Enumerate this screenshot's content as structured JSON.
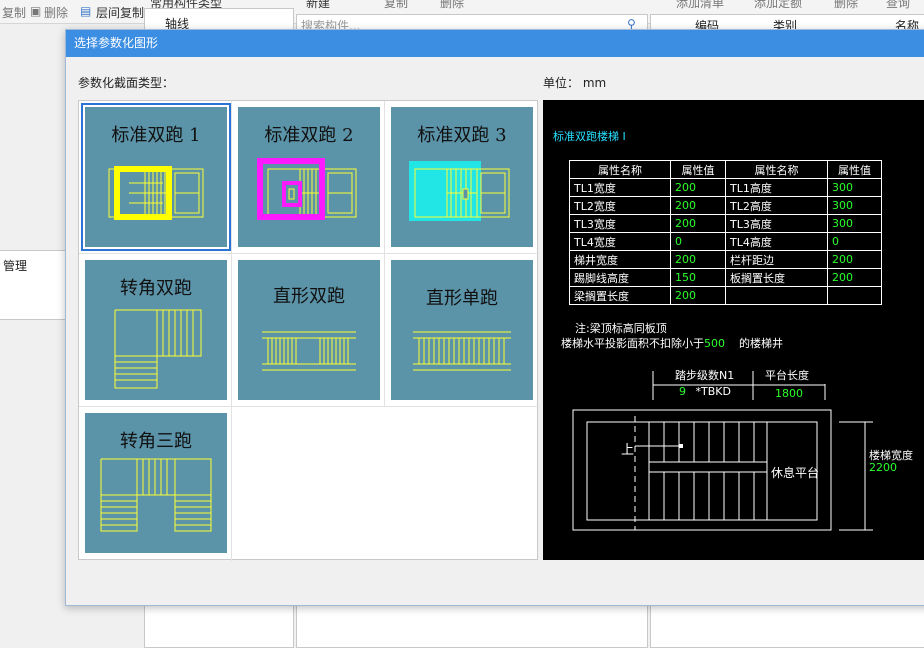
{
  "background_app": {
    "toolbar_left": [
      "复制",
      "删除",
      "层间复制"
    ],
    "toolbar_mid_items": [
      "常用构件类型",
      "轴线"
    ],
    "toolbar_right": [
      "新建",
      "复制",
      "删除"
    ],
    "search_placeholder": "搜索构件...",
    "toolbar_far_right": [
      "添加清单",
      "添加定额",
      "删除",
      "查询"
    ],
    "table_headers": [
      "编码",
      "类别",
      "名称"
    ],
    "left_panel_label": "管理"
  },
  "dialog": {
    "title": "选择参数化图形",
    "section_label": "参数化截面类型：",
    "unit_label": "单位：  mm",
    "shapes": [
      {
        "label": "标准双跑 1",
        "selected": true
      },
      {
        "label": "标准双跑 2",
        "selected": false
      },
      {
        "label": "标准双跑 3",
        "selected": false
      },
      {
        "label": "转角双跑",
        "selected": false
      },
      {
        "label": "直形双跑",
        "selected": false
      },
      {
        "label": "直形单跑",
        "selected": false
      },
      {
        "label": "转角三跑",
        "selected": false
      }
    ],
    "preview": {
      "title": "标准双跑楼梯 I",
      "table_headers": [
        "属性名称",
        "属性值",
        "属性名称",
        "属性值"
      ],
      "rows": [
        [
          "TL1宽度",
          "200",
          "TL1高度",
          "300"
        ],
        [
          "TL2宽度",
          "200",
          "TL2高度",
          "300"
        ],
        [
          "TL3宽度",
          "200",
          "TL3高度",
          "300"
        ],
        [
          "TL4宽度",
          "0",
          "TL4高度",
          "0"
        ],
        [
          "梯井宽度",
          "200",
          "栏杆距边",
          "200"
        ],
        [
          "踢脚线高度",
          "150",
          "板搁置长度",
          "200"
        ],
        [
          "梁搁置长度",
          "200",
          "",
          ""
        ]
      ],
      "note1": "注:梁顶标高同板顶",
      "note2_prefix": "楼梯水平投影面积不扣除小于",
      "note2_value": "500",
      "note2_suffix": "的楼梯井",
      "steps_label": "踏步级数N1",
      "steps_value": "9",
      "steps_formula": "*TBKD",
      "platform_length_label": "平台长度",
      "platform_length_value": "1800",
      "up_label": "上",
      "rest_platform_label": "休息平台",
      "stair_width_label": "楼梯宽度",
      "stair_width_value": "2200"
    }
  },
  "colors": {
    "tile_bg": "#5b93a8",
    "titlebar": "#3c8ee3",
    "selection": "#2b74d6",
    "drawing_line": "#ffff33",
    "highlight_yellow": "#ffff00",
    "highlight_magenta": "#ff19ff",
    "highlight_cyan": "#22e5e5"
  }
}
